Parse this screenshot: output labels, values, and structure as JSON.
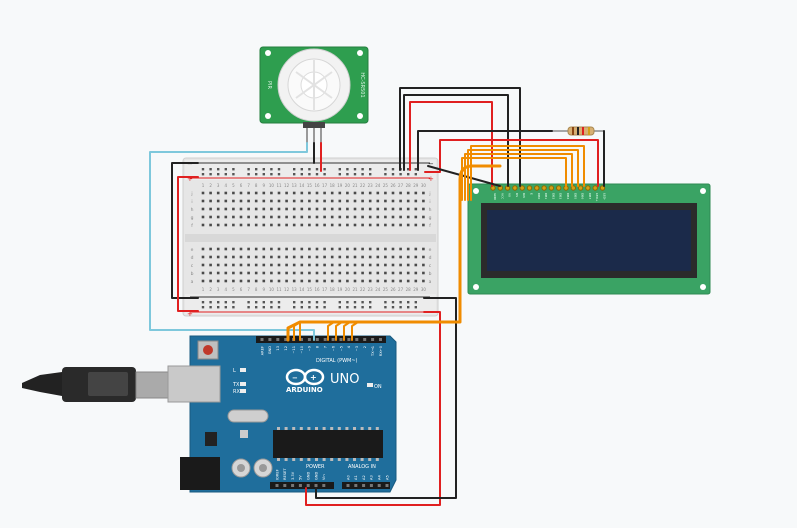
{
  "canvas": {
    "background": "#f7f9fa"
  },
  "pir": {
    "label_left": "PIR",
    "label_right": "HC-SR501"
  },
  "arduino": {
    "brand": "ARDUINO",
    "model": "UNO",
    "digital_header": "DIGITAL (PWM~)",
    "power_header": "POWER",
    "analog_header": "ANALOG IN",
    "on_label": "ON",
    "l_label": "L",
    "tx_label": "TX",
    "rx_label": "RX",
    "aref": "AREF",
    "gnd": "GND",
    "digital_pins": [
      "13",
      "12",
      "~11",
      "~10",
      "~9",
      "8",
      "7",
      "~6",
      "~5",
      "4",
      "~3",
      "2",
      "TX→1",
      "RX←0"
    ],
    "power_pins": [
      "IOREF",
      "RESET",
      "3.3V",
      "5V",
      "GND",
      "GND",
      "Vin"
    ],
    "analog_pins": [
      "A0",
      "A1",
      "A2",
      "A3",
      "A4",
      "A5"
    ]
  },
  "lcd": {
    "pins": [
      "GND",
      "VCC",
      "V0",
      "RS",
      "RW",
      "E",
      "DB0",
      "DB1",
      "DB2",
      "DB3",
      "DB4",
      "DB5",
      "DB6",
      "DB7",
      "LED+",
      "LED-"
    ]
  },
  "breadboard": {
    "columns": [
      "1",
      "2",
      "3",
      "4",
      "5",
      "6",
      "7",
      "8",
      "9",
      "10",
      "11",
      "12",
      "13",
      "14",
      "15",
      "16",
      "17",
      "18",
      "19",
      "20",
      "21",
      "22",
      "23",
      "24",
      "25",
      "26",
      "27",
      "28",
      "29",
      "30"
    ],
    "rows_top": [
      "j",
      "i",
      "h",
      "g",
      "f"
    ],
    "rows_bottom": [
      "e",
      "d",
      "c",
      "b",
      "a"
    ],
    "rail_plus": "+",
    "rail_minus": "−"
  },
  "colors": {
    "wire_red": "#e02020",
    "wire_black": "#222222",
    "wire_orange": "#f08c00",
    "wire_blue": "#7ec8dc",
    "arduino_board": "#1f6e9c",
    "lcd_board": "#3aa364",
    "lcd_screen": "#1b2a4a",
    "pir_board": "#2e9e4f",
    "breadboard": "#e4e4e4"
  }
}
